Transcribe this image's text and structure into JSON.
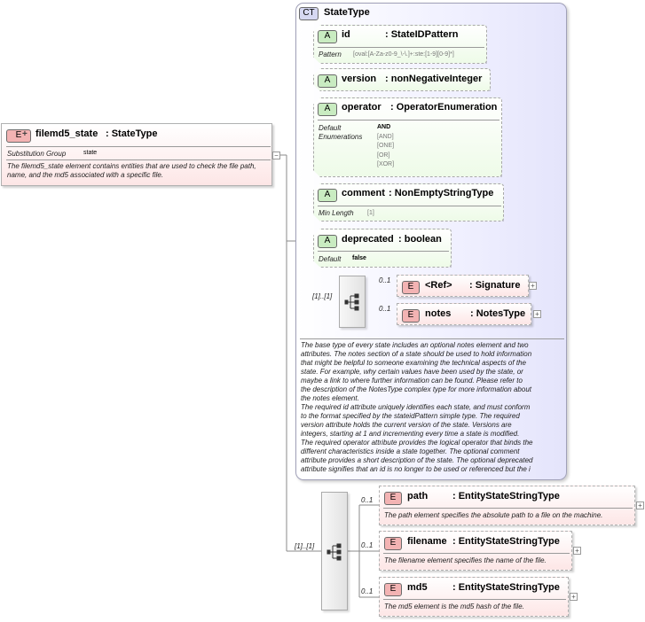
{
  "root": {
    "badge": "E",
    "name": "filemd5_state",
    "type": ": StateType",
    "sub_label": "Substitution Group",
    "sub_value": "state",
    "doc": "The filemd5_state element contains entities that are used to check the file path, name, and the md5 associated with a specific file."
  },
  "complex_type": {
    "badge": "CT",
    "name": "StateType",
    "doc_lines": [
      "The base type of every state includes an optional notes element and two",
      "attributes. The notes section of a state should be used to hold information",
      "that might be helpful to someone examining the technical aspects of the",
      "state. For example, why certain values have been used by the state, or",
      "maybe a link to where further information can be found. Please refer to",
      "the description of the NotesType complex type for more information about",
      "the notes element.",
      "The required id attribute uniquely identifies each state, and must conform",
      "to the format specified by the stateidPattern simple type. The required",
      "version attribute holds the current version of the state. Versions are",
      "integers, starting at 1 and incrementing every time a state is modified.",
      "The required operator attribute provides the logical operator that binds the",
      "different characteristics inside a state together. The optional comment",
      "attribute provides a short description of the state. The optional deprecated",
      "attribute signifies that an id is no longer to be used or referenced but the i"
    ]
  },
  "attributes": {
    "id": {
      "badge": "A",
      "name": "id",
      "type": ": StateIDPattern",
      "label": "Pattern",
      "value": "[oval:[A-Za-z0-9_\\-\\.]+:ste:[1-9][0-9]*]"
    },
    "version": {
      "badge": "A",
      "name": "version",
      "type": ": nonNegativeInteger"
    },
    "operator": {
      "badge": "A",
      "name": "operator",
      "type": ": OperatorEnumeration",
      "label_default": "Default",
      "label_enum": "Enumerations",
      "default_value": "AND",
      "enum_values": [
        "[AND]",
        "[ONE]",
        "[OR]",
        "[XOR]"
      ]
    },
    "comment": {
      "badge": "A",
      "name": "comment",
      "type": ": NonEmptyStringType",
      "label": "Min Length",
      "value": "[1]"
    },
    "deprecated": {
      "badge": "A",
      "name": "deprecated",
      "type": ": boolean",
      "label": "Default",
      "value": "false"
    }
  },
  "inner_sequence": {
    "multiplicity": "[1]..[1]",
    "items": [
      {
        "badge": "E",
        "name": "<Ref>",
        "type": ": Signature",
        "mult": "0..1"
      },
      {
        "badge": "E",
        "name": "notes",
        "type": ": NotesType",
        "mult": "0..1"
      }
    ]
  },
  "outer_sequence": {
    "multiplicity": "[1]..[1]",
    "items": [
      {
        "badge": "E",
        "name": "path",
        "type": ": EntityStateStringType",
        "mult": "0..1",
        "doc": "The path element specifies the absolute path to a file on the machine."
      },
      {
        "badge": "E",
        "name": "filename",
        "type": ": EntityStateStringType",
        "mult": "0..1",
        "doc": "The filename element specifies the name of the file."
      },
      {
        "badge": "E",
        "name": "md5",
        "type": ": EntityStateStringType",
        "mult": "0..1",
        "doc": "The md5 element is the md5 hash of the file."
      }
    ]
  }
}
